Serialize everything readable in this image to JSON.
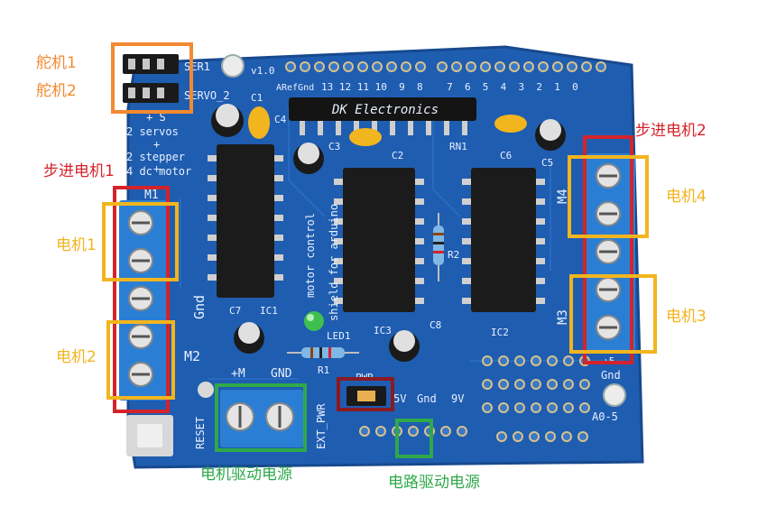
{
  "labels": {
    "servo1": "舵机1",
    "servo2": "舵机2",
    "stepper1": "步进电机1",
    "stepper2": "步进电机2",
    "motor1": "电机1",
    "motor2": "电机2",
    "motor3": "电机3",
    "motor4": "电机4",
    "motor_power": "电机驱动电源",
    "logic_power": "电路驱动电源"
  },
  "silkscreen": {
    "ser1": "SER1",
    "servo2": "SERVO_2",
    "version": "v1.0",
    "aref_gnd": "ARefGnd",
    "pin_numbers": "13 12 11 10  9  8    7  6  5  4  3  2  1  0",
    "brand": "DK Electronics",
    "info_line1": "2 servos",
    "info_line2": "+",
    "info_line3": "2 stepper",
    "info_line4": "+",
    "info_line5": "4 dc motor",
    "plus_s": "+ S",
    "c1": "C1",
    "c2": "C2",
    "c3": "C3",
    "c4": "C4",
    "c5": "C5",
    "c6": "C6",
    "c7": "C7",
    "c8": "C8",
    "rn1": "RN1",
    "r1": "R1",
    "r2": "R2",
    "ic1": "IC1",
    "ic2": "IC2",
    "ic3": "IC3",
    "led1": "LED1",
    "m1": "M1",
    "m2": "M2",
    "m3": "M3",
    "m4": "M4",
    "gnd_vertical": "Gnd",
    "plus_m": "+M",
    "gnd": "GND",
    "ext_pwr": "EXT_PWR",
    "pwr": "PWR",
    "five_v": "5V",
    "gnd2": "Gnd",
    "nine_v": "9V",
    "reset": "RESET",
    "gnd_right": "Gnd",
    "plus5": "+5",
    "a0_5": "A0-5",
    "motor_control": "motor control",
    "shield_for_arduino": "shield for arduino"
  },
  "colors": {
    "board": "#1f5db0",
    "board_dark": "#16488c",
    "orange": "#f28a30",
    "red": "#d4232b",
    "yellow": "#f2b51e",
    "green": "#2fa84a",
    "dark_red": "#8a1a22",
    "terminal": "#2a7fd4"
  }
}
